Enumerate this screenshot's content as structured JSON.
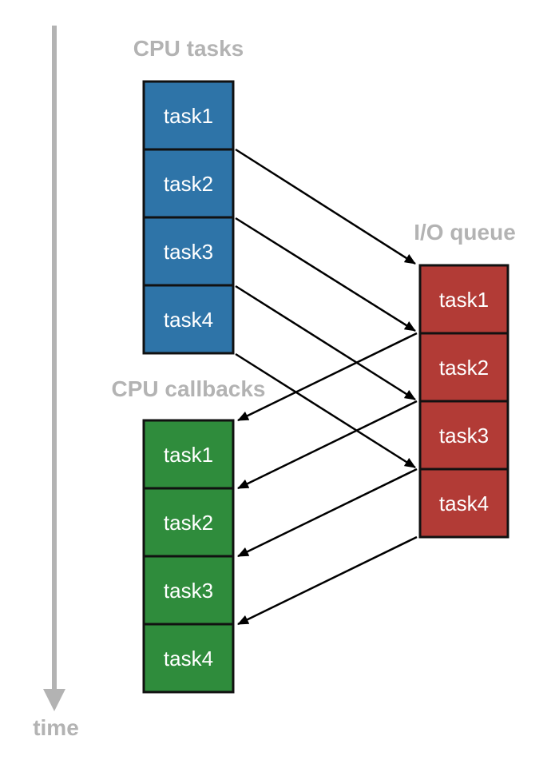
{
  "time_label": "time",
  "cpu_tasks": {
    "label": "CPU tasks",
    "items": [
      "task1",
      "task2",
      "task3",
      "task4"
    ]
  },
  "io_queue": {
    "label": "I/O queue",
    "items": [
      "task1",
      "task2",
      "task3",
      "task4"
    ]
  },
  "cpu_callbacks": {
    "label": "CPU callbacks",
    "items": [
      "task1",
      "task2",
      "task3",
      "task4"
    ]
  },
  "colors": {
    "cpu_tasks": "#2e74a8",
    "io_queue": "#b23b36",
    "cpu_callbacks": "#2f8c3c",
    "timeline": "#b3b3b3",
    "arrow": "#000000"
  }
}
